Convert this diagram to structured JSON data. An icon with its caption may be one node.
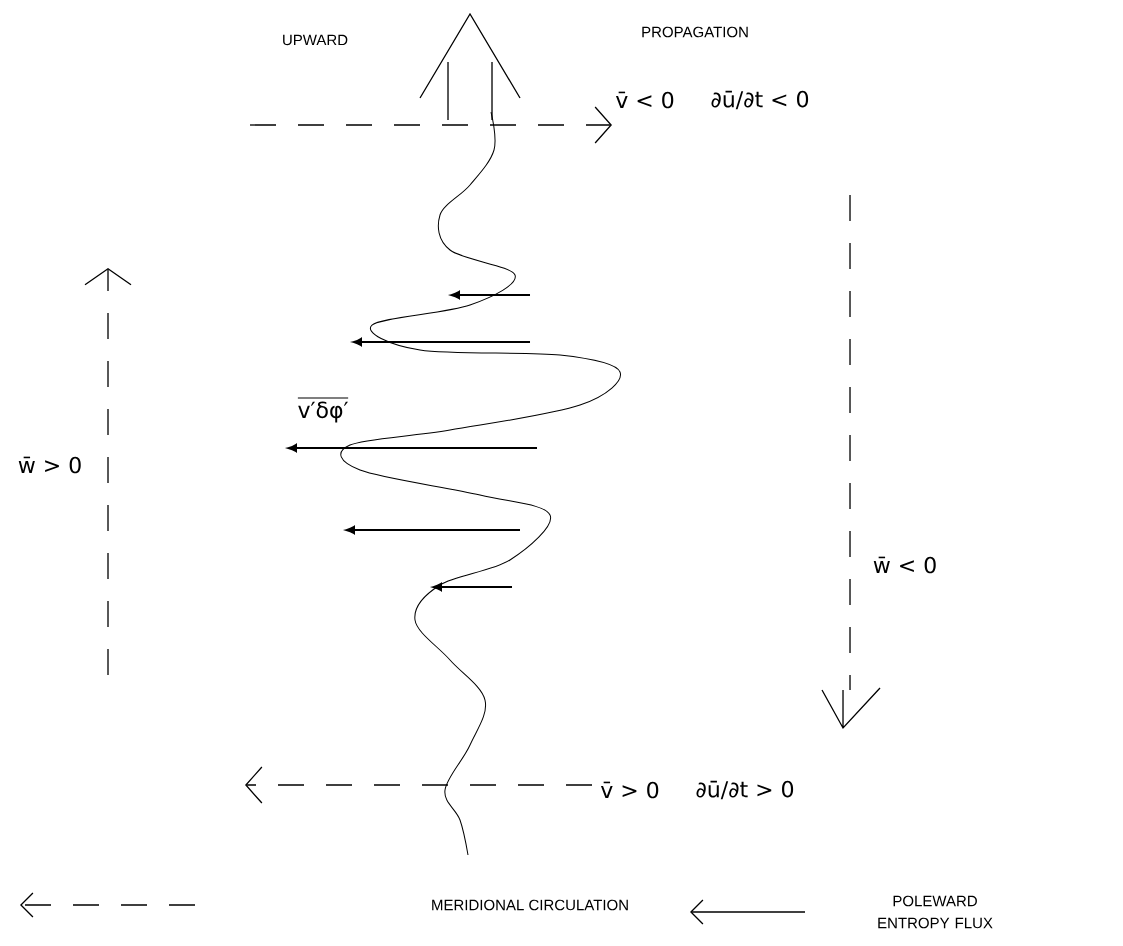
{
  "diagram": {
    "labels": [
      "UPWARD",
      "PROPAGATION",
      "v̄ < 0",
      "∂ū/∂t < 0",
      "v′δφ′",
      "w̄ > 0",
      "w̄ < 0",
      "v̄ > 0",
      "∂ū/∂t > 0"
    ],
    "legend": [
      {
        "text": "MERIDIONAL CIRCULATION"
      },
      {
        "text": "POLEWARD ENTROPY FLUX"
      }
    ]
  }
}
